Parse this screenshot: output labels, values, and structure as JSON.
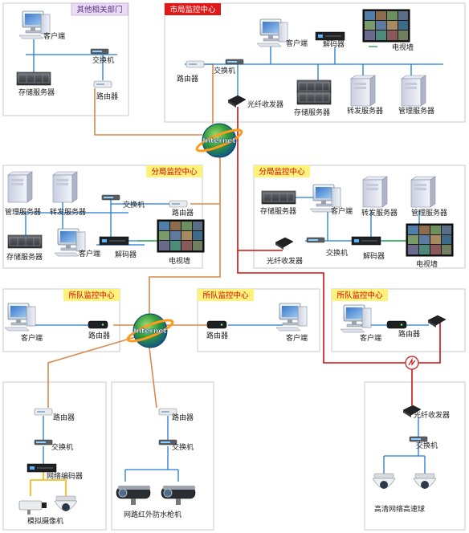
{
  "colors": {
    "lan": "#1f7bd8",
    "wan": "#d9894a",
    "fiber": "#cc1111",
    "hdmi": "#2aa84a",
    "analog": "#f2b600",
    "title_yellow": "#fff27a",
    "title_purple": "#5b2a86",
    "title_red": "#e11818"
  },
  "panels": {
    "others": {
      "title": "其他相关部门",
      "client": "客户端",
      "switch": "交换机",
      "storage": "存储服务器",
      "router": "路由器"
    },
    "city": {
      "title": "市局监控中心",
      "router": "路由器",
      "switch": "交换机",
      "client": "客户端",
      "decoder": "解码器",
      "tvwall": "电视墙",
      "fiber_tx": "光纤收发器",
      "storage": "存储服务器",
      "forward": "转发服务器",
      "manage": "管理服务器"
    },
    "branch_left": {
      "title": "分局监控中心",
      "manage": "管理服务器",
      "forward": "转发服务器",
      "switch": "交换机",
      "router": "路由器",
      "storage": "存储服务器",
      "client": "客户端",
      "decoder": "解码器",
      "tvwall": "电视墙"
    },
    "branch_right": {
      "title": "分局监控中心",
      "storage": "存储服务器",
      "client": "客户端",
      "forward": "转发服务器",
      "manage": "管理服务器",
      "fiber_tx": "光纤收发器",
      "switch": "交换机",
      "decoder": "解码器",
      "tvwall": "电视墙"
    },
    "station_left": {
      "title": "所队监控中心",
      "client": "客户端",
      "router": "路由器"
    },
    "station_mid": {
      "title": "所队监控中心",
      "router": "路由器",
      "client": "客户端"
    },
    "station_right": {
      "title": "所队监控中心",
      "client": "客户端",
      "router": "路由器"
    },
    "analog_site": {
      "router": "路由器",
      "switch": "交换机",
      "encoder": "网络编码器",
      "camera": "模拟摄像机"
    },
    "ir_site": {
      "router": "路由器",
      "switch": "交换机",
      "camera": "网路红外防水枪机"
    },
    "hd_site": {
      "fiber_tx": "光纤收发器",
      "switch": "交换机",
      "camera": "高清网络高速球"
    }
  },
  "internet_label": "Internet"
}
